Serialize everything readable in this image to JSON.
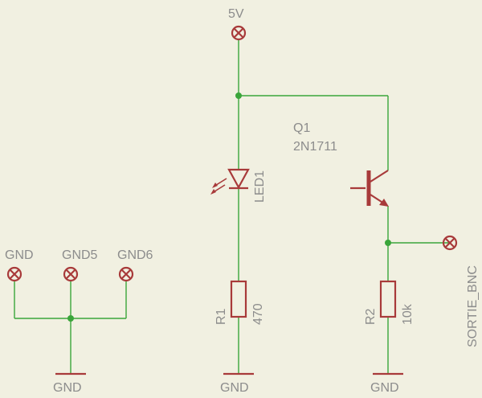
{
  "schematic": {
    "power_label": "5V",
    "ground_labels": {
      "gnd": "GND",
      "gnd5": "GND5",
      "gnd6": "GND6",
      "left_symbol": "GND",
      "led_symbol": "GND",
      "r2_symbol": "GND"
    },
    "led": {
      "name": "LED1"
    },
    "r1": {
      "name": "R1",
      "value": "470"
    },
    "q1": {
      "name": "Q1",
      "value": "2N1711"
    },
    "r2": {
      "name": "R2",
      "value": "10k"
    },
    "output": {
      "name": "SORTIE_BNC"
    }
  },
  "colors": {
    "background": "#f1f0e1",
    "wire": "#3aa53a",
    "component": "#a83a3a",
    "label": "#8c8c8c"
  }
}
